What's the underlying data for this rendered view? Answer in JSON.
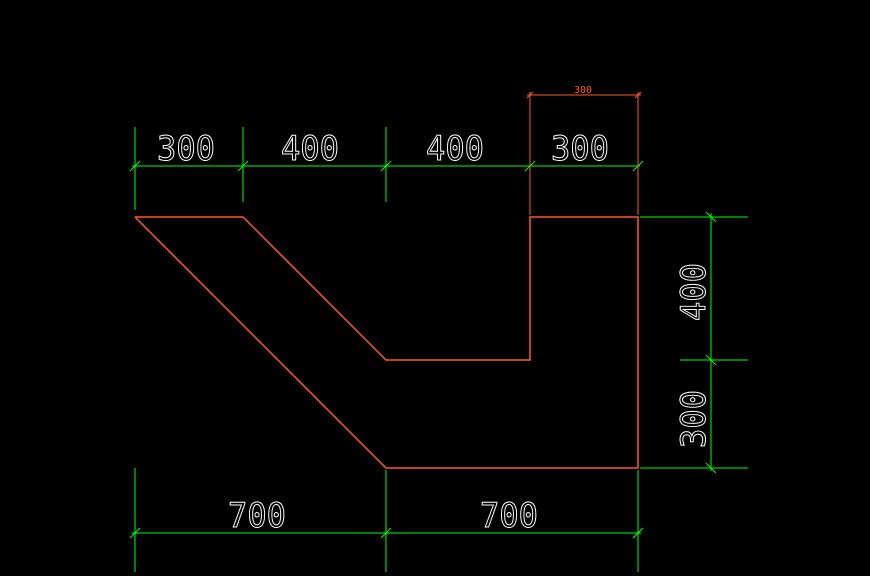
{
  "colors": {
    "background": "#000000",
    "dimension": "#00ff00",
    "outline": "#ff5a1f",
    "dimension_text": "#ffffff",
    "annotation": "#ff5a1f"
  },
  "dimensions": {
    "top": [
      "300",
      "400",
      "400",
      "300"
    ],
    "top_overhead": "300",
    "right": [
      "400",
      "300"
    ],
    "bottom": [
      "700",
      "700"
    ]
  }
}
